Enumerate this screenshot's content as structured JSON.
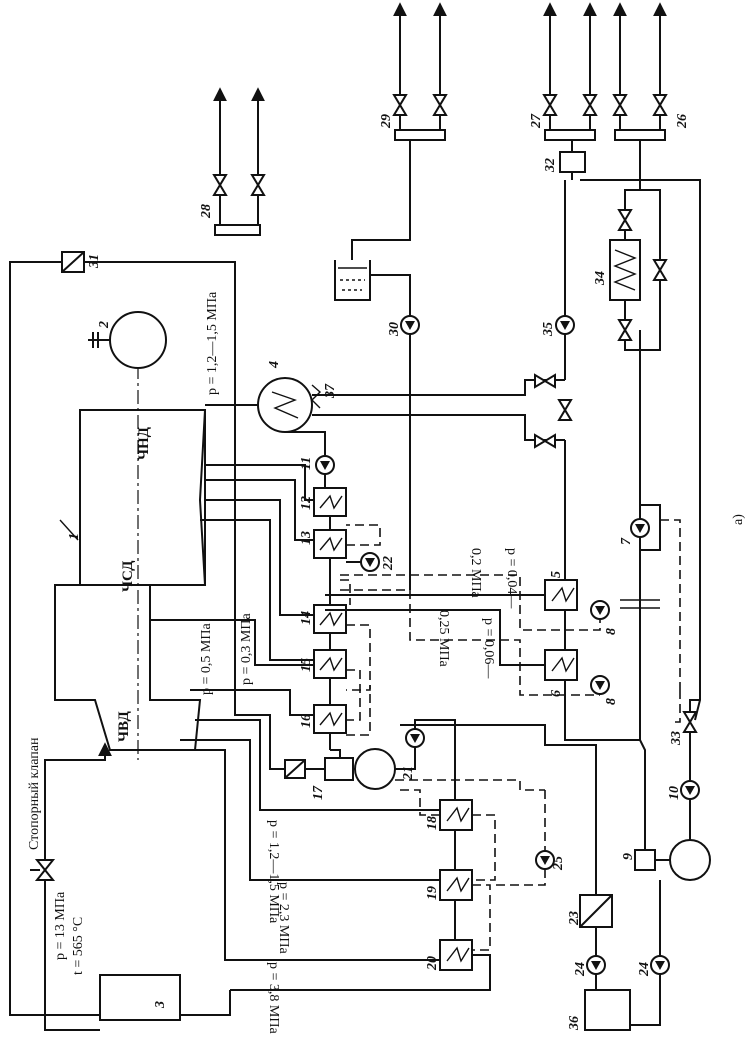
{
  "caption": "а)",
  "turbine_sections": {
    "hp": "ЧВД",
    "ip": "ЧСД",
    "lp": "ЧНД"
  },
  "labels": {
    "stop_valve": "Стопорный клапан",
    "live_steam_p": "p = 13 МПа",
    "live_steam_t": "t = 565 °C",
    "p_05": "p = 0,5 МПа",
    "p_03": "p = 0,3 МПа",
    "p_12_15_top": "p = 1,2—1,5 МПа",
    "p_12_15": "p = 1,2—1,5 МПа",
    "p_23": "p = 2,3 МПа",
    "p_38": "p = 3,8 МПа",
    "p_006": "p = 0,06—",
    "p_025": "0,25 МПа",
    "p_004": "p = 0,04—",
    "p_02": "0,2 МПа"
  },
  "numbers": {
    "n1": "1",
    "n2": "2",
    "n3": "3",
    "n4": "4",
    "n5": "5",
    "n6": "6",
    "n7": "7",
    "n8a": "8",
    "n8b": "8",
    "n9": "9",
    "n10": "10",
    "n11": "11",
    "n12": "12",
    "n13": "13",
    "n14": "14",
    "n15": "15",
    "n16": "16",
    "n17": "17",
    "n18": "18",
    "n19": "19",
    "n20": "20",
    "n21": "21",
    "n22": "22",
    "n23": "23",
    "n24a": "24",
    "n24b": "24",
    "n25": "25",
    "n26": "26",
    "n27": "27",
    "n28": "28",
    "n29": "29",
    "n30": "30",
    "n31": "31",
    "n32": "32",
    "n33": "33",
    "n34": "34",
    "n35": "35",
    "n36": "36",
    "n37": "37"
  }
}
